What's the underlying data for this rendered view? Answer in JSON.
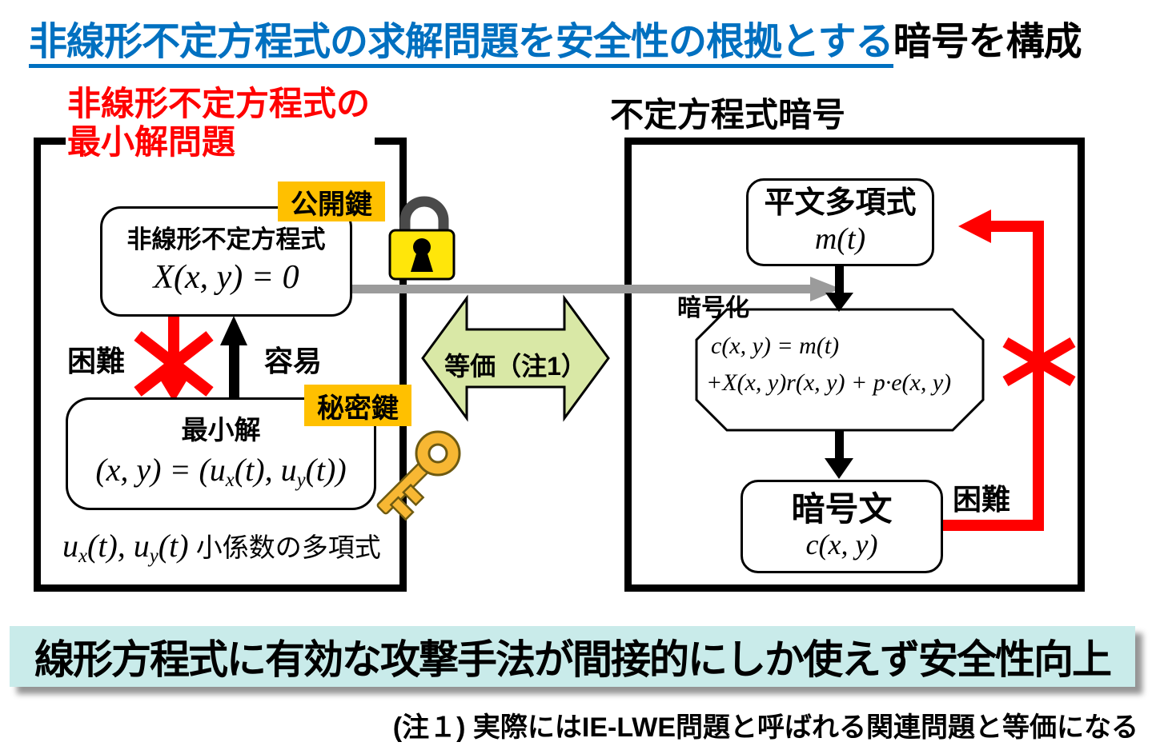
{
  "title": {
    "highlight": "非線形不定方程式の求解問題を安全性の根拠とする",
    "rest": "暗号を構成"
  },
  "left_panel": {
    "label_line1": "非線形不定方程式の",
    "label_line2": "最小解問題",
    "public_key_label": "公開鍵",
    "secret_key_label": "秘密鍵",
    "equation_box": {
      "title": "非線形不定方程式",
      "formula": "X(x, y) = 0"
    },
    "hard_label": "困難",
    "easy_label": "容易",
    "solution_box": {
      "title": "最小解",
      "formula_p1": "(x, y) = (u",
      "formula_sub1": "x",
      "formula_p2": "(t), u",
      "formula_sub2": "y",
      "formula_p3": "(t))"
    },
    "footnote": {
      "f1": "u",
      "sub1": "x",
      "f2": "(t), u",
      "sub2": "y",
      "f3": "(t)",
      "text": " 小係数の多項式"
    }
  },
  "equivalence_arrow": {
    "label": "等価（注1）"
  },
  "right_panel": {
    "label": "不定方程式暗号",
    "plaintext_box": {
      "title": "平文多項式",
      "formula": "m(t)"
    },
    "encrypt_label": "暗号化",
    "cipher_formula": {
      "line1": "c(x, y) = m(t)",
      "line2": "+X(x, y)r(x, y) + p·e(x, y)"
    },
    "ciphertext_box": {
      "title": "暗号文",
      "formula": "c(x, y)"
    },
    "hard_label": "困難"
  },
  "banner": {
    "text": "線形方程式に有効な攻撃手法が間接的にしか使えず安全性向上"
  },
  "note": {
    "text": "(注１) 実際にはIE-LWE問題と呼ばれる関連問題と等価になる"
  },
  "icons": {
    "padlock": "padlock-icon",
    "key": "key-icon"
  },
  "colors": {
    "title_blue": "#0070C0",
    "red": "#FF0000",
    "label_orange": "#FFC000",
    "green_fill": "#D9E8A6",
    "banner_bg": "#C9EBEA",
    "gray": "#9B9B9B",
    "lock_yellow": "#FFE60A",
    "key_orange": "#F7B733"
  }
}
